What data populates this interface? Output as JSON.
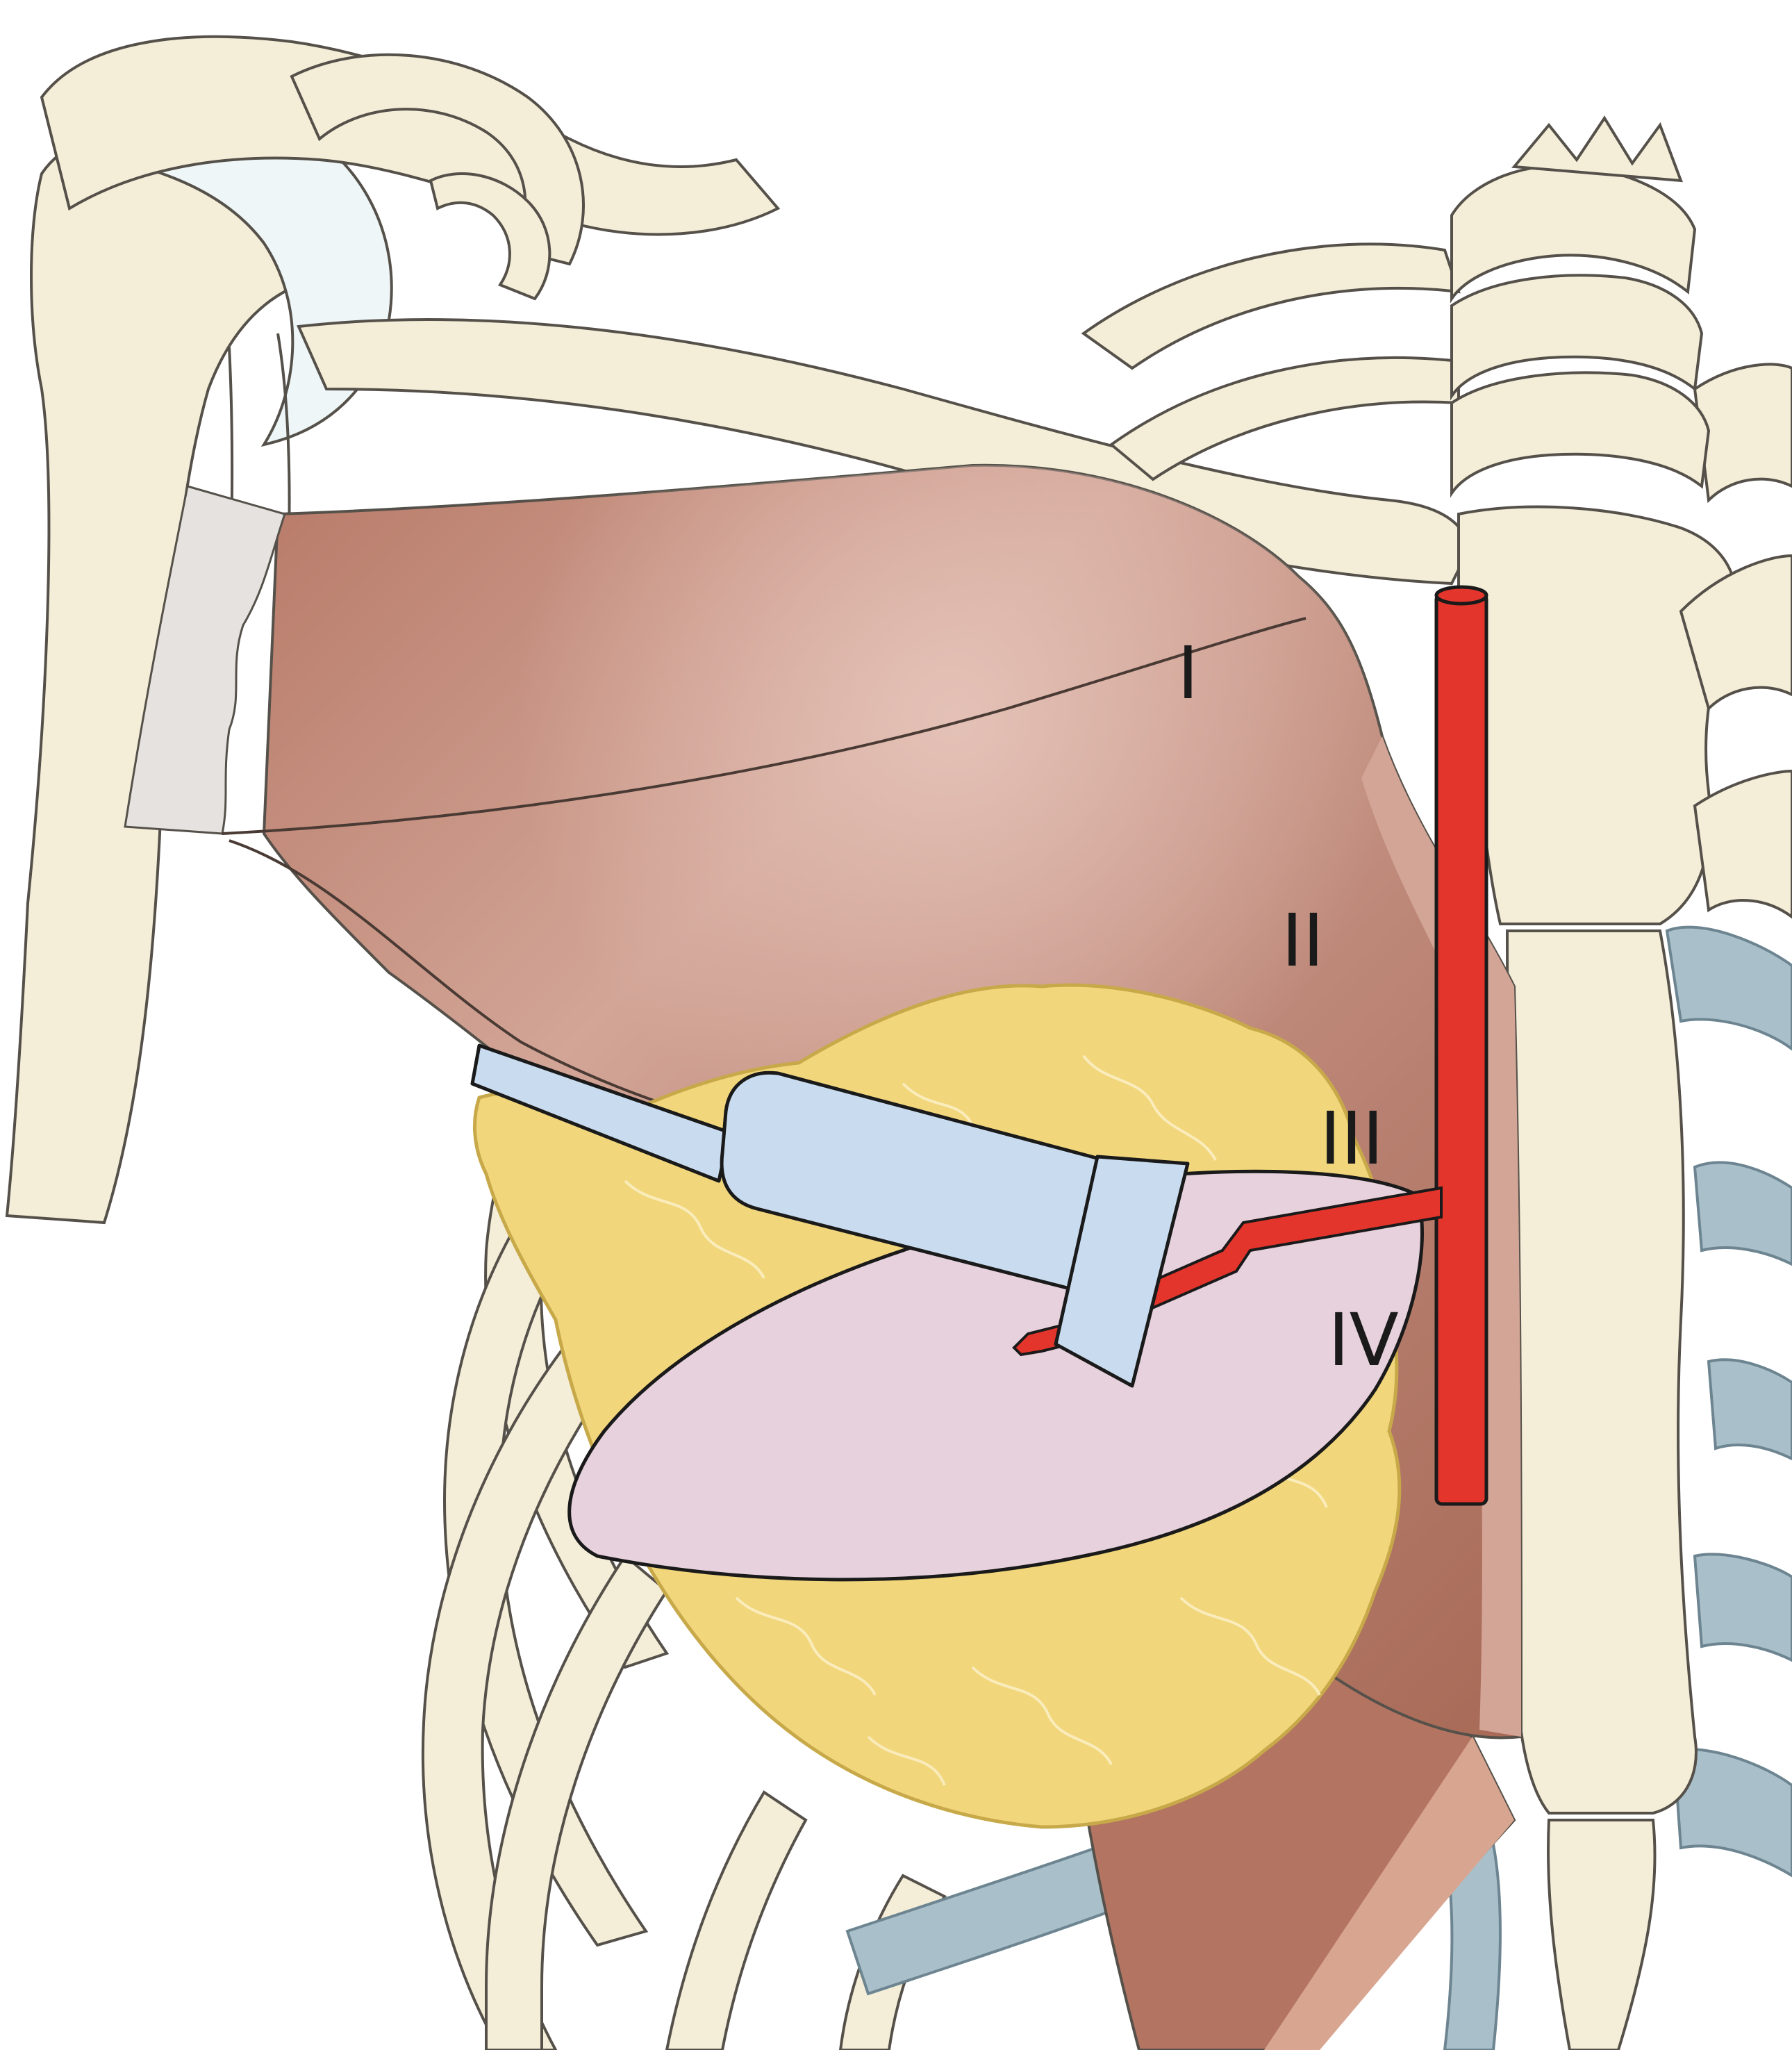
{
  "labels": {
    "l1": "I",
    "l2": "II",
    "l3": "III",
    "l4": "IV"
  },
  "colors": {
    "bone": "#f4eed8",
    "bone_stroke": "#55514a",
    "cartilage": "#eef6f8",
    "muscle": "#b9806e",
    "muscle_light": "#d9aea2",
    "tendon": "#e6e2e0",
    "breast_tissue": "#f1d67b",
    "lung_pink": "#e6d1dc",
    "vessel_red": "#e3352b",
    "probe_blue": "#c9dcef",
    "rib_blue": "#a9bfca"
  },
  "icons": {
    "probe": "ultrasound-probe-icon"
  }
}
